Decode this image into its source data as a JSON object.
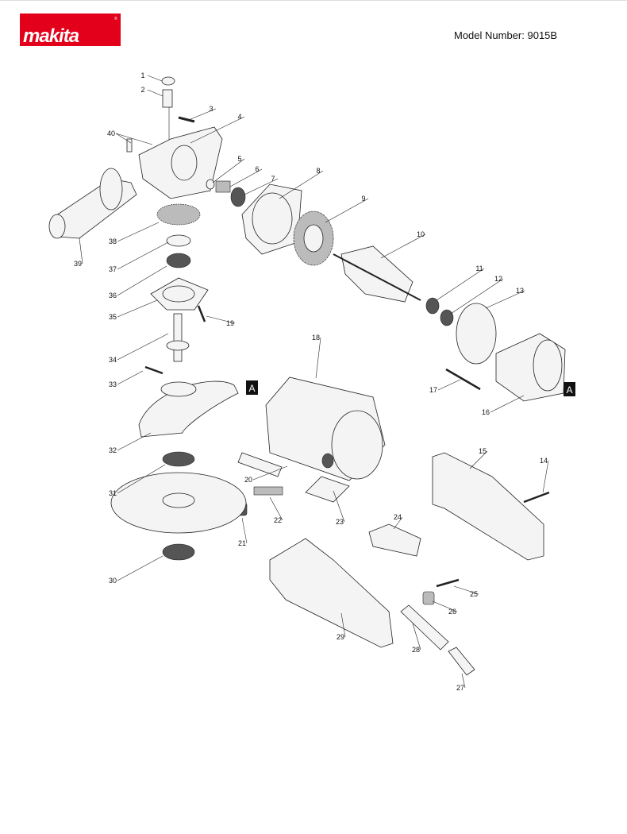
{
  "header": {
    "brand": "makita",
    "model_label": "Model Number: 9015B"
  },
  "markers": [
    "A",
    "A"
  ],
  "colors": {
    "brand_red": "#e2001a",
    "line": "#222222"
  },
  "parts": [
    {
      "no": "1"
    },
    {
      "no": "2"
    },
    {
      "no": "3"
    },
    {
      "no": "4"
    },
    {
      "no": "5"
    },
    {
      "no": "6"
    },
    {
      "no": "7"
    },
    {
      "no": "8"
    },
    {
      "no": "9"
    },
    {
      "no": "10"
    },
    {
      "no": "11"
    },
    {
      "no": "12"
    },
    {
      "no": "13"
    },
    {
      "no": "14"
    },
    {
      "no": "15"
    },
    {
      "no": "16"
    },
    {
      "no": "17"
    },
    {
      "no": "18"
    },
    {
      "no": "19"
    },
    {
      "no": "20"
    },
    {
      "no": "21"
    },
    {
      "no": "22"
    },
    {
      "no": "23"
    },
    {
      "no": "24"
    },
    {
      "no": "25"
    },
    {
      "no": "26"
    },
    {
      "no": "27"
    },
    {
      "no": "28"
    },
    {
      "no": "29"
    },
    {
      "no": "30"
    },
    {
      "no": "31"
    },
    {
      "no": "32"
    },
    {
      "no": "33"
    },
    {
      "no": "34"
    },
    {
      "no": "35"
    },
    {
      "no": "36"
    },
    {
      "no": "37"
    },
    {
      "no": "38"
    },
    {
      "no": "39"
    },
    {
      "no": "40"
    }
  ]
}
